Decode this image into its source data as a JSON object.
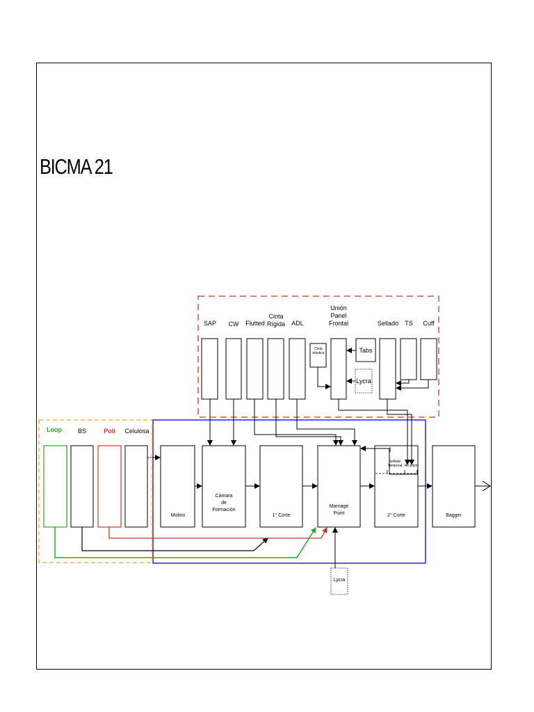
{
  "title": "BICMA 21",
  "colors": {
    "region_top": "#c0392b",
    "region_main": "#2222dd",
    "region_left": "#f5a623",
    "loop": "#22aa22",
    "poli": "#c0392b"
  },
  "inputs": {
    "loop": "Loop",
    "bs": "BS",
    "poli": "Poli",
    "celulosa": "Celulosa"
  },
  "materials": {
    "sap": "SAP",
    "cw": "CW",
    "flutted": "Flutted",
    "cinta_rigida": "Cinta\nRígida",
    "adl": "ADL",
    "union_panel_frontal": "Unión\nPanel\nFrontal",
    "sellado": "Sellado",
    "ts": "TS",
    "cuff": "Cuff",
    "cinta_elastica": "Cinta\nelástica",
    "tabs": "Tabs",
    "lycra_top": "Lycra"
  },
  "process": {
    "molino": "Molino",
    "camara": "Cámara\nde\nFormación",
    "corte1": "1° Corte",
    "marriage": "Marriage\nPoint",
    "corte2": "2° Corte",
    "sellado_temporal": "Sellado\nTemporal",
    "re_pitch": "Re-pitch",
    "bagger": "Bagger",
    "lycra_bottom": "Lycra"
  }
}
